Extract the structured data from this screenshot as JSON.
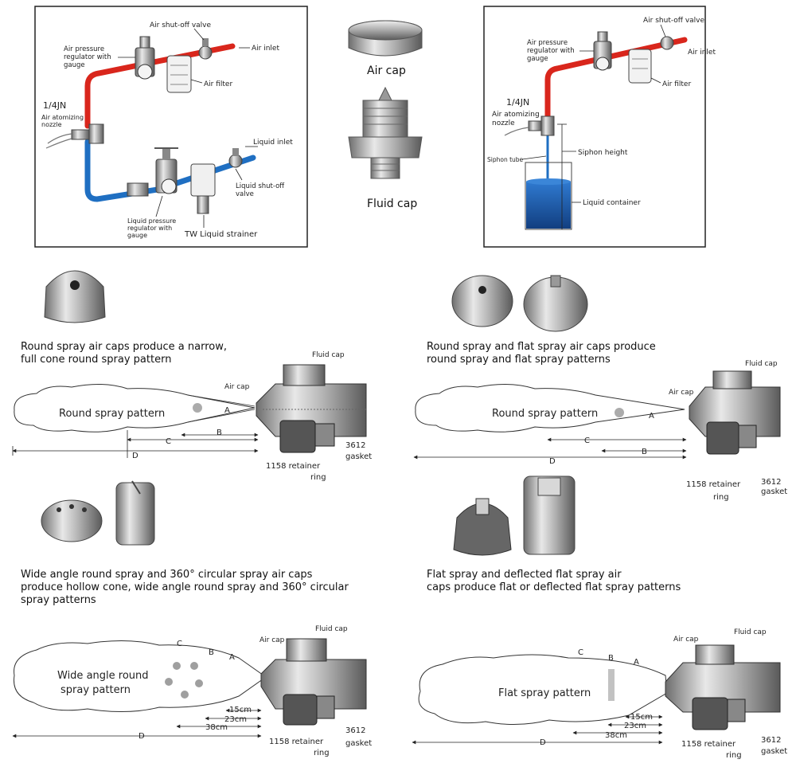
{
  "panel_top_left": {
    "labels": {
      "air_shutoff": "Air shut-off valve",
      "air_inlet": "Air inlet",
      "air_regulator": [
        "Air pressure",
        "regulator with",
        "gauge"
      ],
      "air_filter": "Air filter",
      "model": "1/4JN",
      "nozzle": [
        "Air atomizing",
        "nozzle"
      ],
      "liquid_inlet": "Liquid inlet",
      "liquid_shutoff": [
        "Liquid shut-off",
        "valve"
      ],
      "liquid_regulator": [
        "Liquid pressure",
        "regulator with",
        "gauge"
      ],
      "strainer": "TW Liquid strainer"
    }
  },
  "center_parts": {
    "air_cap": "Air cap",
    "fluid_cap": "Fluid cap"
  },
  "panel_top_right": {
    "labels": {
      "air_shutoff": "Air shut-off valve",
      "air_regulator": [
        "Air pressure",
        "regulator with",
        "gauge"
      ],
      "air_inlet": "Air inlet",
      "air_filter": "Air filter",
      "model": "1/4JN",
      "nozzle": [
        "Air atomizing",
        "nozzle"
      ],
      "siphon_height": "Siphon height",
      "siphon_tube": "Siphon tube",
      "liquid_container": "Liquid container"
    }
  },
  "sections": {
    "round_left": {
      "description": [
        "Round spray air caps produce a narrow,",
        "full cone round spray pattern"
      ],
      "pattern": "Round spray pattern",
      "air_cap": "Air cap",
      "fluid_cap": "Fluid cap",
      "retainer": "1158 retainer",
      "retainer2": "ring",
      "gasket": "3612",
      "gasket2": "gasket",
      "dim_a": "A",
      "dim_b": "B",
      "dim_c": "C",
      "dim_d": "D"
    },
    "round_right": {
      "description": [
        "Round spray and flat spray air caps produce",
        "round spray and flat spray patterns"
      ],
      "pattern": "Round spray pattern",
      "air_cap": "Air cap",
      "fluid_cap": "Fluid cap",
      "retainer": "1158 retainer",
      "retainer2": "ring",
      "gasket": "3612",
      "gasket2": "gasket",
      "dim_a": "A",
      "dim_b": "B",
      "dim_c": "C",
      "dim_d": "D"
    },
    "wide_left": {
      "description": [
        "Wide angle round spray and 360° circular spray air caps",
        "produce hollow cone, wide angle round spray and 360° circular",
        "spray patterns"
      ],
      "pattern": [
        "Wide angle round",
        "spray pattern"
      ],
      "air_cap": "Air cap",
      "fluid_cap": "Fluid cap",
      "retainer": "1158 retainer",
      "retainer2": "ring",
      "gasket": "3612",
      "gasket2": "gasket",
      "dim_a": "A",
      "dim_b": "B",
      "dim_c": "C",
      "dim_d": "D",
      "d15": "15cm",
      "d23": "23cm",
      "d38": "38cm"
    },
    "flat_right": {
      "description": [
        "Flat spray and deflected flat spray air",
        "caps produce flat or deflected flat spray patterns"
      ],
      "pattern": "Flat spray pattern",
      "air_cap": "Air cap",
      "fluid_cap": "Fluid cap",
      "retainer": "1158 retainer",
      "retainer2": "ring",
      "gasket": "3612",
      "gasket2": "gasket",
      "dim_a": "A",
      "dim_b": "B",
      "dim_c": "C",
      "dim_d": "D",
      "d15": "15cm",
      "d23": "23cm",
      "d38": "38cm"
    }
  },
  "colors": {
    "air_pipe": "#d9261c",
    "liquid_pipe": "#1f6fc2",
    "container_liquid": "#1d5aa6",
    "metal": "#a9a9a9",
    "frame": "#222222"
  }
}
